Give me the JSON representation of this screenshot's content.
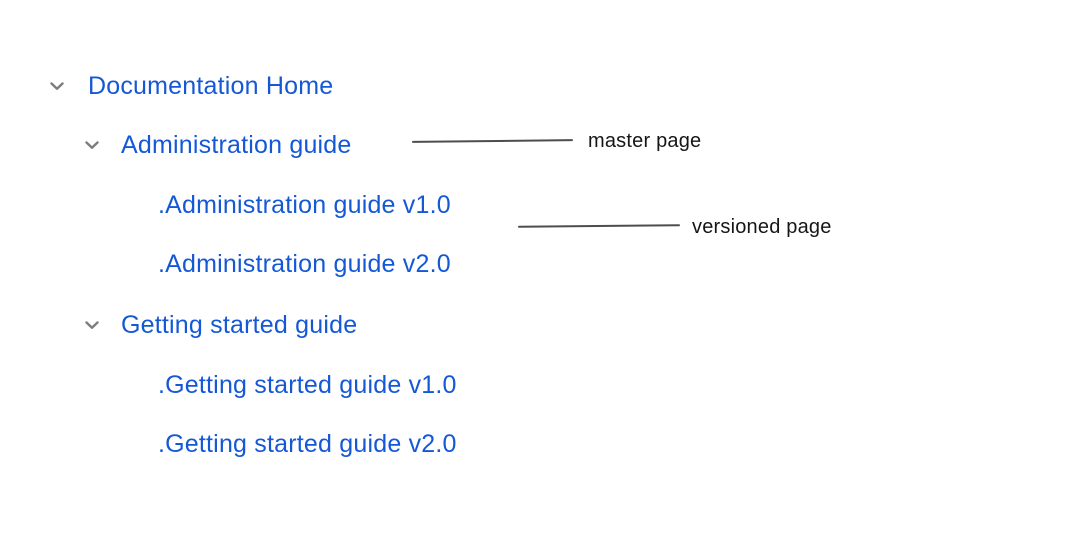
{
  "colors": {
    "link_blue": "#1558D6",
    "chevron_gray": "#7D7D7D",
    "annotation_line_gray": "#4D4D4D",
    "annotation_text": "#161616",
    "background": "#FFFFFF"
  },
  "tree": {
    "items": [
      {
        "label": "Documentation Home",
        "level": 0,
        "expanded": true
      },
      {
        "label": "Administration guide",
        "level": 1,
        "expanded": true
      },
      {
        "label": ".Administration guide v1.0",
        "level": 2,
        "expanded": false
      },
      {
        "label": ".Administration guide v2.0",
        "level": 2,
        "expanded": false
      },
      {
        "label": "Getting started guide",
        "level": 1,
        "expanded": true
      },
      {
        "label": ".Getting started guide v1.0",
        "level": 2,
        "expanded": false
      },
      {
        "label": ".Getting started guide v2.0",
        "level": 2,
        "expanded": false
      }
    ]
  },
  "annotations": [
    {
      "label": "master page"
    },
    {
      "label": "versioned page"
    }
  ]
}
